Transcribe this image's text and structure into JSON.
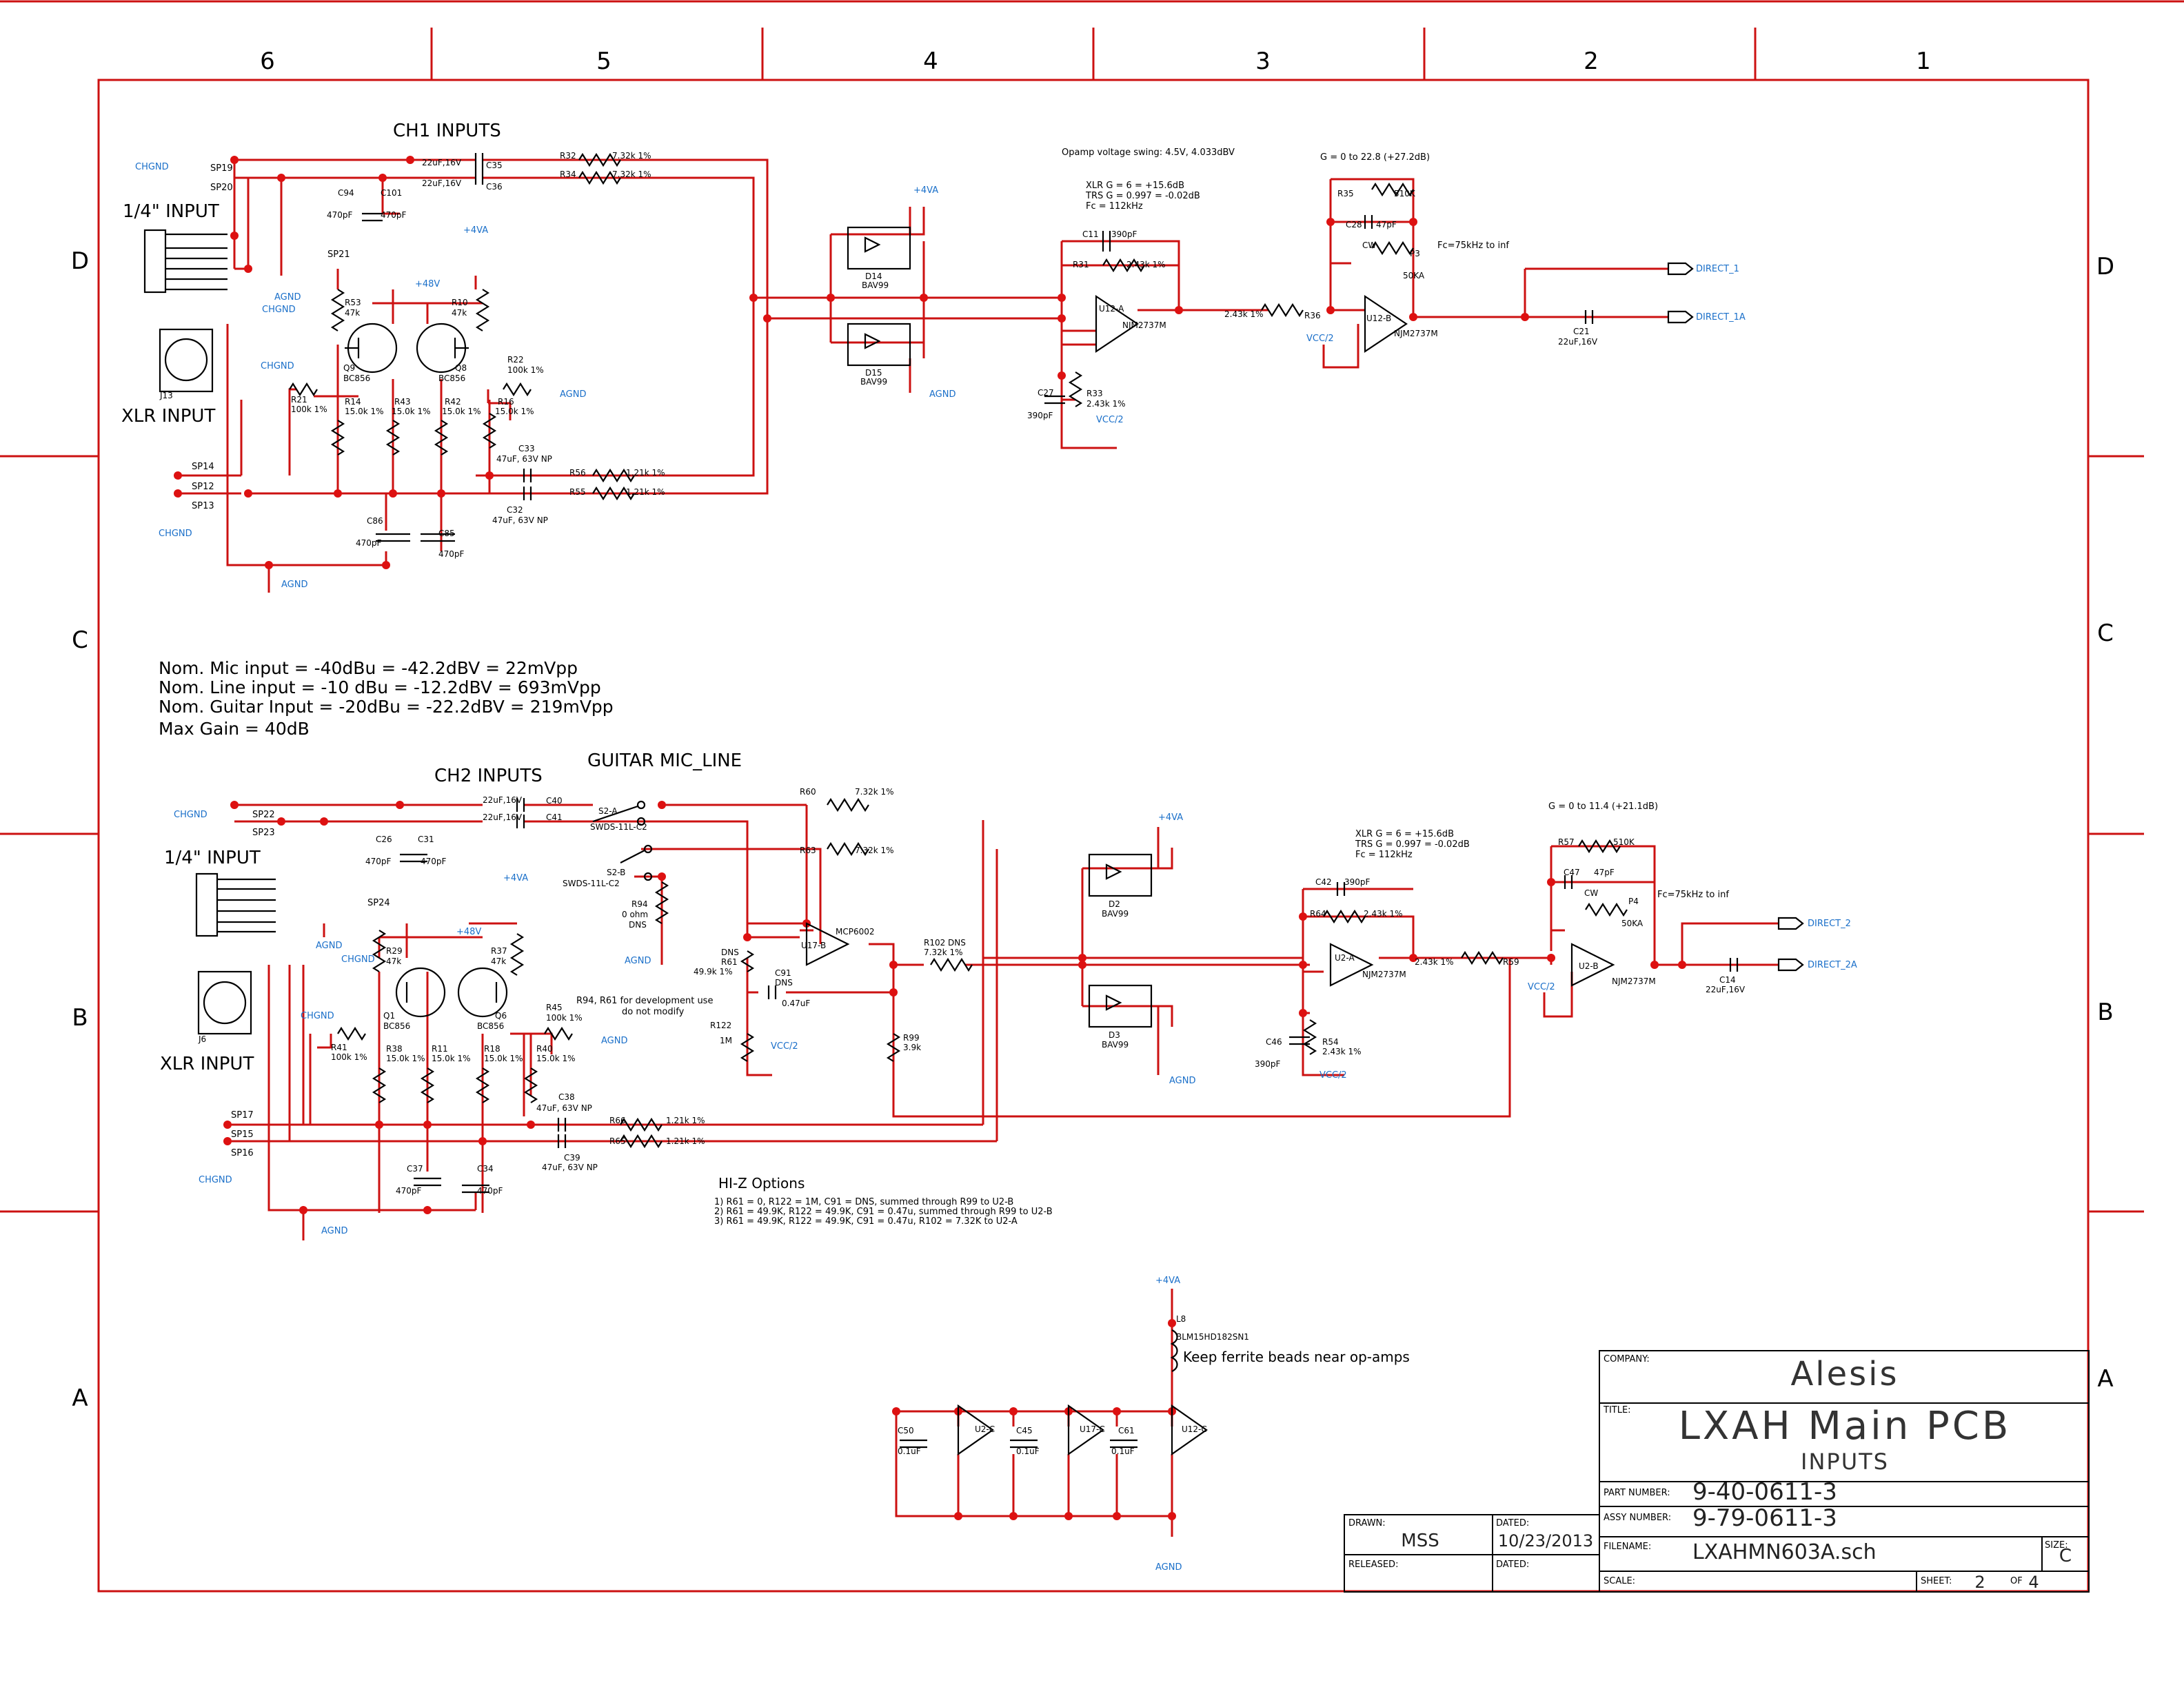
{
  "grid": {
    "columns": [
      "6",
      "5",
      "4",
      "3",
      "2",
      "1"
    ],
    "rows": [
      "D",
      "C",
      "B",
      "A"
    ]
  },
  "ch1": {
    "title": "CH1 INPUTS",
    "quarter_input": "1/4\" INPUT",
    "xlr_input": "XLR INPUT",
    "opamp_swing": "Opamp voltage swing: 4.5V, 4.033dBV",
    "xlr_gain": "XLR G = 6 = +15.6dB",
    "trs_gain": "TRS G = 0.997 = -0.02dB",
    "fc": "Fc = 112kHz",
    "gain_range": "G = 0 to 22.8 (+27.2dB)",
    "fc_inf": "Fc=75kHz to inf",
    "direct_1": "DIRECT_1",
    "direct_1a": "DIRECT_1A"
  },
  "notes": {
    "mic": "Nom. Mic input = -40dBu = -42.2dBV = 22mVpp",
    "line": "Nom. Line input = -10 dBu = -12.2dBV = 693mVpp",
    "guitar": "Nom. Guitar Input = -20dBu = -22.2dBV = 219mVpp",
    "max_gain": "Max Gain = 40dB"
  },
  "ch2": {
    "title": "CH2 INPUTS",
    "guitar_mic_line": "GUITAR MIC_LINE",
    "quarter_input": "1/4\" INPUT",
    "xlr_input": "XLR INPUT",
    "dev_note_1": "R94, R61 for development use",
    "dev_note_2": "do not modify",
    "xlr_gain": "XLR G = 6 = +15.6dB",
    "trs_gain": "TRS G = 0.997 = -0.02dB",
    "fc": "Fc = 112kHz",
    "gain_range": "G = 0 to 11.4 (+21.1dB)",
    "fc_inf": "Fc=75kHz to inf",
    "direct_2": "DIRECT_2",
    "direct_2a": "DIRECT_2A"
  },
  "hiz": {
    "title": "HI-Z Options",
    "opt1": "1) R61 = 0, R122 = 1M, C91 = DNS, summed through R99 to U2-B",
    "opt2": "2) R61 = 49.9K, R122 = 49.9K, C91 = 0.47u, summed through R99 to U2-B",
    "opt3": "3) R61 = 49.9K, R122 = 49.9K, C91 = 0.47u, R102 = 7.32K to U2-A"
  },
  "power": {
    "ferrite": "L8",
    "ferrite_part": "BLM15HD182SN1",
    "ferrite_note": "Keep ferrite beads near op-amps"
  },
  "nets": {
    "chgnd": "CHGND",
    "agnd": "AGND",
    "p48v": "+48V",
    "p4va": "+4VA",
    "vcc2": "VCC/2"
  },
  "titleblock": {
    "company_label": "COMPANY:",
    "company": "Alesis",
    "title_label": "TITLE:",
    "title": "LXAH Main PCB",
    "subtitle": "INPUTS",
    "part_label": "PART NUMBER:",
    "part_number": "9-40-0611-3",
    "assy_label": "ASSY NUMBER:",
    "assy_number": "9-79-0611-3",
    "file_label": "FILENAME:",
    "filename": "LXAHMN603A.sch",
    "size_label": "SIZE:",
    "size": "C",
    "scale_label": "SCALE:",
    "sheet_label": "SHEET:",
    "sheet": "2",
    "of_label": "OF",
    "of": "4",
    "drawn_label": "DRAWN:",
    "drawn": "MSS",
    "dated_label": "DATED:",
    "dated": "10/23/2013",
    "released_label": "RELEASED:",
    "dated2_label": "DATED:"
  },
  "parts": {
    "sp19": "SP19",
    "sp20": "SP20",
    "sp21": "SP21",
    "sp14": "SP14",
    "sp12": "SP12",
    "sp13": "SP13",
    "sp22": "SP22",
    "sp23": "SP23",
    "sp24": "SP24",
    "sp17": "SP17",
    "sp15": "SP15",
    "sp16": "SP16",
    "c35": "C35",
    "c36": "C36",
    "c35v": "22uF,16V",
    "c36v": "22uF,16V",
    "c94": "C94",
    "c101": "C101",
    "c94v": "470pF",
    "c101v": "470pF",
    "r32": "R32",
    "r32v": "7.32k 1%",
    "r34": "R34",
    "r34v": "7.32k 1%",
    "r53": "R53",
    "r53v": "47k",
    "r10": "R10",
    "r10v": "47k",
    "q9": "Q9",
    "q9v": "BC856",
    "q8": "Q8",
    "q8v": "BC856",
    "r22": "R22",
    "r22v": "100k 1%",
    "r21": "R21",
    "r21v": "100k 1%",
    "r14": "R14",
    "r14v": "15.0k 1%",
    "r43": "R43",
    "r43v": "15.0k 1%",
    "r42": "R42",
    "r42v": "15.0k 1%",
    "r16": "R16",
    "r16v": "15.0k 1%",
    "c33": "C33",
    "c33v": "47uF, 63V NP",
    "c32": "C32",
    "c32v": "47uF, 63V NP",
    "r56": "R56",
    "r56v": "1.21k 1%",
    "r55": "R55",
    "r55v": "1.21k 1%",
    "c86": "C86",
    "c86v": "470pF",
    "c85": "C85",
    "c85v": "470pF",
    "j13": "J13",
    "d14": "D14",
    "d14v": "BAV99",
    "d15": "D15",
    "d15v": "BAV99",
    "c11": "C11",
    "c11v": "390pF",
    "r31": "R31",
    "r31v": "2.43k 1%",
    "u12a": "U12-A",
    "u12av": "NJM2737M",
    "c27": "C27",
    "c27v": "390pF",
    "r33": "R33",
    "r33v": "2.43k 1%",
    "r36": "R36",
    "r36v": "2.43k 1%",
    "r35": "R35",
    "r35v": "510K",
    "c28": "C28",
    "c28v": "47pF",
    "p3": "P3",
    "p3v": "50KA",
    "cw": "CW",
    "u12b": "U12-B",
    "u12bv": "NJM2737M",
    "c21": "C21",
    "c21v": "22uF,16V",
    "c40": "C40",
    "c41": "C41",
    "c40v": "22uF,16V",
    "c41v": "22uF,16V",
    "s2a": "S2-A",
    "s2b": "S2-B",
    "s2v": "SWDS-11L-C2",
    "c26": "C26",
    "c31": "C31",
    "c26v": "470pF",
    "c31v": "470pF",
    "r60": "R60",
    "r60v": "7.32k 1%",
    "r63": "R63",
    "r63v": "7.32k 1%",
    "r94": "R94",
    "r94v1": "0 ohm",
    "r94v2": "DNS",
    "r29": "R29",
    "r29v": "47k",
    "r37": "R37",
    "r37v": "47k",
    "q1": "Q1",
    "q1v": "BC856",
    "q6": "Q6",
    "q6v": "BC856",
    "r45": "R45",
    "r45v": "100k 1%",
    "r41": "R41",
    "r41v": "100k 1%",
    "r38": "R38",
    "r38v": "15.0k 1%",
    "r11": "R11",
    "r11v": "15.0k 1%",
    "r18": "R18",
    "r18v": "15.0k 1%",
    "r40": "R40",
    "r40v": "15.0k 1%",
    "c38": "C38",
    "c38v": "47uF, 63V NP",
    "c39": "C39",
    "c39v": "47uF, 63V NP",
    "r66": "R66",
    "r66v": "1.21k 1%",
    "r65": "R65",
    "r65v": "1.21k 1%",
    "c37": "C37",
    "c37v": "470pF",
    "c34": "C34",
    "c34v": "470pF",
    "j6": "J6",
    "r61": "R61",
    "r61v": "49.9k 1%",
    "dns": "DNS",
    "c91": "C91",
    "c91v": "0.47uF",
    "c91dns": "DNS",
    "u17b": "U17-B",
    "u17bv": "MCP6002",
    "r102": "R102 DNS",
    "r102v": "7.32k 1%",
    "r122": "R122",
    "r122v": "1M",
    "r99": "R99",
    "r99v": "3.9k",
    "d2": "D2",
    "d2v": "BAV99",
    "d3": "D3",
    "d3v": "BAV99",
    "c42": "C42",
    "c42v": "390pF",
    "r64": "R64",
    "r64v": "2.43k 1%",
    "u2a": "U2-A",
    "u2av": "NJM2737M",
    "c46": "C46",
    "c46v": "390pF",
    "r54": "R54",
    "r54v": "2.43k 1%",
    "r59": "R59",
    "r59v": "2.43k 1%",
    "r57": "R57",
    "r57v": "510K",
    "c47": "C47",
    "c47v": "47pF",
    "p4": "P4",
    "p4v": "50KA",
    "u2b": "U2-B",
    "u2bv": "NJM2737M",
    "c14": "C14",
    "c14v": "22uF,16V",
    "c50": "C50",
    "c50v": "0.1uF",
    "u2c": "U2-C",
    "c45": "C45",
    "c45v": "0.1uF",
    "u17c": "U17-C",
    "c61": "C61",
    "c61v": "0.1uF",
    "u12c": "U12-C"
  }
}
